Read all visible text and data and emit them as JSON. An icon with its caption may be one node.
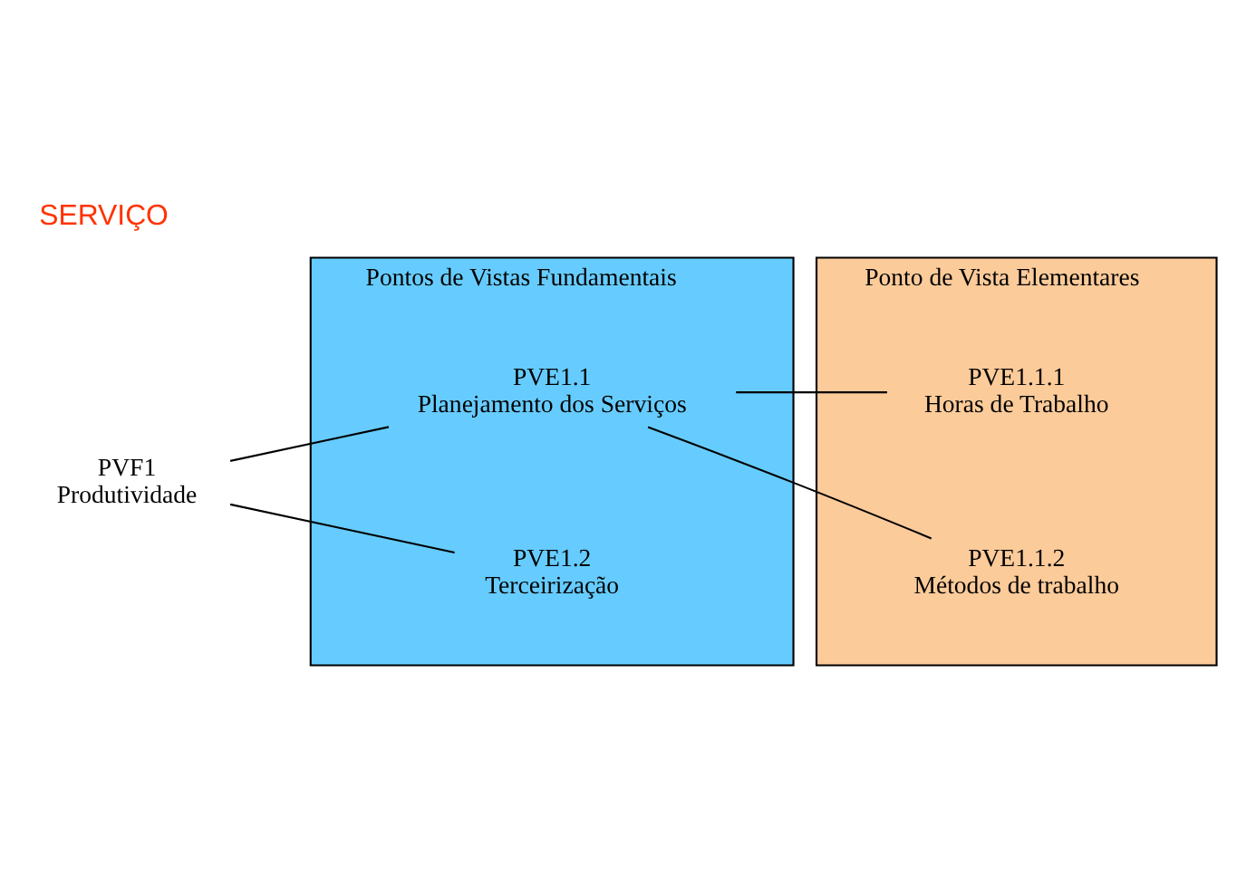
{
  "diagram": {
    "title": "SERVIÇO",
    "nodes": [
      {
        "text": [
          "Pontos de Vistas Fundamentais"
        ]
      },
      {
        "text": [
          "Ponto de Vista Elementares"
        ]
      },
      {
        "text": [
          "PVF1",
          "Produtividade"
        ]
      },
      {
        "text": [
          "PVE1.1",
          "Planejamento dos Serviços"
        ],
        "in": 0
      },
      {
        "text": [
          "PVE1.2",
          "Terceirização"
        ],
        "in": 0
      },
      {
        "text": [
          "PVE1.1.1",
          "Horas de Trabalho"
        ],
        "in": 1
      },
      {
        "text": [
          "PVE1.1.2",
          "Métodos de trabalho"
        ],
        "in": 1
      }
    ],
    "edges": [
      {
        "from": 2,
        "to": 3,
        "arrow": "none"
      },
      {
        "from": 2,
        "to": 4,
        "arrow": "none"
      },
      {
        "from": 3,
        "to": 5,
        "arrow": "none"
      },
      {
        "from": 3,
        "to": 6,
        "arrow": "none"
      }
    ]
  }
}
